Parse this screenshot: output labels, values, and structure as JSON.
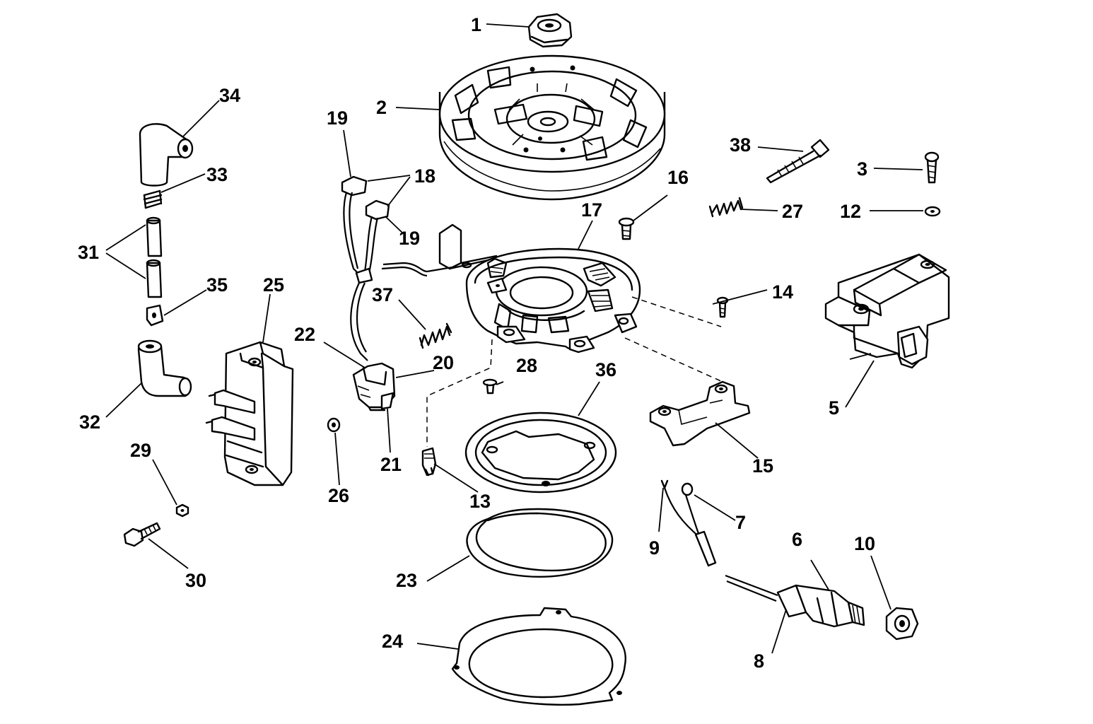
{
  "callouts": {
    "c1": "1",
    "c2": "2",
    "c3": "3",
    "c5": "5",
    "c6": "6",
    "c7": "7",
    "c8": "8",
    "c9": "9",
    "c10": "10",
    "c12": "12",
    "c13": "13",
    "c14": "14",
    "c15": "15",
    "c16": "16",
    "c17": "17",
    "c18": "18",
    "c19a": "19",
    "c19b": "19",
    "c20": "20",
    "c21": "21",
    "c22": "22",
    "c23": "23",
    "c24": "24",
    "c25": "25",
    "c26": "26",
    "c27": "27",
    "c28": "28",
    "c29": "29",
    "c30": "30",
    "c31": "31",
    "c32": "32",
    "c33": "33",
    "c34": "34",
    "c35": "35",
    "c36": "36",
    "c37": "37",
    "c38": "38"
  }
}
